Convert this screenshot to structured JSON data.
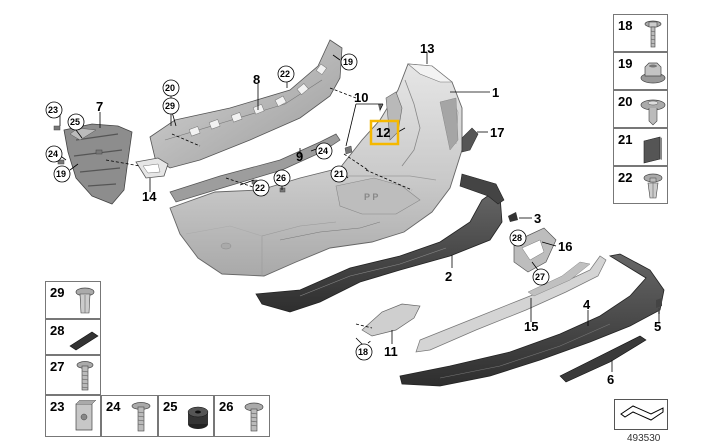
{
  "diagram": {
    "callouts": {
      "c1": "1",
      "c2": "2",
      "c3": "3",
      "c4": "4",
      "c5": "5",
      "c6": "6",
      "c7": "7",
      "c8": "8",
      "c9": "9",
      "c10": "10",
      "c11": "11",
      "c12": "12",
      "c13": "13",
      "c14": "14",
      "c15": "15",
      "c16": "16",
      "c17": "17",
      "c18": "18",
      "c19a": "19",
      "c19b": "19",
      "c20": "20",
      "c21": "21",
      "c22a": "22",
      "c22b": "22",
      "c23": "23",
      "c24a": "24",
      "c24b": "24",
      "c25": "25",
      "c26": "26",
      "c27": "27",
      "c28": "28",
      "c29": "29"
    },
    "highlight_color": "#f5b800",
    "highlighted_part": "12"
  },
  "legend_right": [
    {
      "label": "18",
      "icon": "screw-with-washer-icon"
    },
    {
      "label": "19",
      "icon": "flange-nut-icon"
    },
    {
      "label": "20",
      "icon": "expanding-rivet-icon"
    },
    {
      "label": "21",
      "icon": "adhesive-pad-icon"
    },
    {
      "label": "22",
      "icon": "push-clip-icon"
    }
  ],
  "legend_bottom_left": [
    {
      "label": "29",
      "icon": "spreading-rivet-icon"
    },
    {
      "label": "28",
      "icon": "foam-strip-icon"
    },
    {
      "label": "27",
      "icon": "screw-icon"
    }
  ],
  "legend_bottom_row": [
    {
      "label": "23",
      "icon": "clip-nut-icon"
    },
    {
      "label": "24",
      "icon": "torx-screw-icon"
    },
    {
      "label": "25",
      "icon": "rubber-buffer-icon"
    },
    {
      "label": "26",
      "icon": "hex-screw-icon"
    }
  ],
  "catalog_id": "493530"
}
